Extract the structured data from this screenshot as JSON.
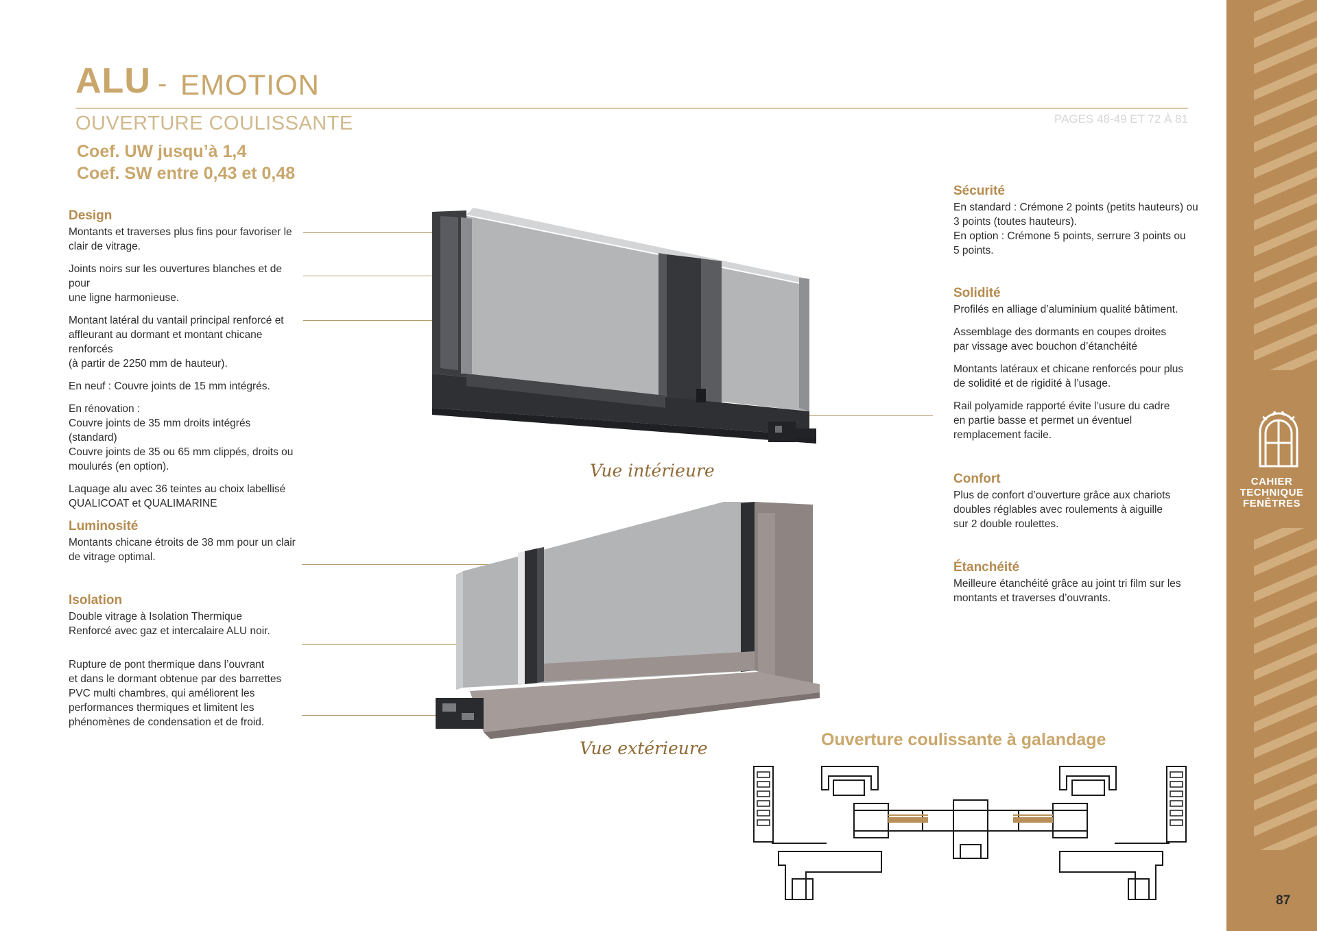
{
  "header": {
    "title": "ALU",
    "separator": "-",
    "product": "EMOTION",
    "subtitle": "OUVERTURE COULISSANTE",
    "pages_ref": "PAGES 48-49 ET 72 À 81",
    "coef_uw": "Coef. UW jusqu’à 1,4",
    "coef_sw": "Coef. SW entre 0,43 et 0,48"
  },
  "left": {
    "design": {
      "heading": "Design",
      "paragraphs": [
        [
          "Montants et traverses plus fins pour favoriser le",
          "clair de vitrage."
        ],
        [
          "Joints noirs sur les ouvertures blanches et de pour",
          "une ligne harmonieuse."
        ],
        [
          "Montant latéral du vantail principal renforcé et",
          "affleurant au dormant et montant chicane renforcés",
          "(à partir de 2250 mm de hauteur)."
        ],
        [
          "En neuf : Couvre joints de 15 mm intégrés."
        ],
        [
          "En rénovation :",
          "Couvre joints de 35 mm droits intégrés (standard)",
          "Couvre joints de 35 ou 65 mm clippés, droits ou",
          "moulurés (en option)."
        ],
        [
          "Laquage alu avec 36 teintes au choix labellisé",
          "QUALICOAT et QUALIMARINE"
        ]
      ]
    },
    "luminosite": {
      "heading": "Luminosité",
      "paragraphs": [
        [
          "Montants chicane étroits de 38 mm pour un clair",
          "de vitrage optimal."
        ]
      ]
    },
    "isolation": {
      "heading": "Isolation",
      "paragraphs": [
        [
          "Double vitrage à Isolation Thermique",
          "Renforcé avec gaz et intercalaire ALU noir."
        ],
        [
          "Rupture de pont thermique dans l’ouvrant",
          "et dans le dormant obtenue par des barrettes",
          "PVC multi chambres, qui améliorent les",
          "performances thermiques et limitent les",
          "phénomènes de condensation et de froid."
        ]
      ]
    }
  },
  "right": {
    "securite": {
      "heading": "Sécurité",
      "paragraphs": [
        [
          "En standard : Crémone 2 points (petits hauteurs) ou",
          "3 points (toutes hauteurs).",
          "En option : Crémone 5 points, serrure 3 points ou",
          "5 points."
        ]
      ]
    },
    "solidite": {
      "heading": "Solidité",
      "paragraphs": [
        [
          "Profilés en alliage d’aluminium qualité bâtiment."
        ],
        [
          "Assemblage des dormants en coupes droites",
          "par vissage avec bouchon d’étanchéité"
        ],
        [
          "Montants latéraux et chicane renforcés pour plus",
          "de solidité et de rigidité à l’usage."
        ],
        [
          "Rail polyamide rapporté évite l’usure du cadre",
          "en partie basse et permet un éventuel",
          "remplacement facile."
        ]
      ]
    },
    "confort": {
      "heading": "Confort",
      "paragraphs": [
        [
          "Plus de confort d’ouverture grâce aux chariots",
          "doubles réglables avec roulements à aiguille",
          "sur 2 double roulettes."
        ]
      ]
    },
    "etancheite": {
      "heading": "Étanchéité",
      "paragraphs": [
        [
          "Meilleure étanchéité grâce au joint tri film sur les",
          "montants et traverses d’ouvrants."
        ]
      ]
    }
  },
  "captions": {
    "interior": "Vue intérieure",
    "exterior": "Vue extérieure",
    "galandage": "Ouverture coulissante à galandage"
  },
  "side_band": {
    "label_lines": [
      "CAHIER",
      "TECHNIQUE",
      "FENÊTRES"
    ],
    "icon": "window-arch-icon"
  },
  "page_number": "87",
  "colors": {
    "accent_gold": "#c9a66b",
    "heading_brown": "#b58b4f",
    "band": "#b98c57",
    "frame_dark": "#3b3c40",
    "frame_taupe": "#8f8583",
    "glass": "#a9aaab"
  }
}
